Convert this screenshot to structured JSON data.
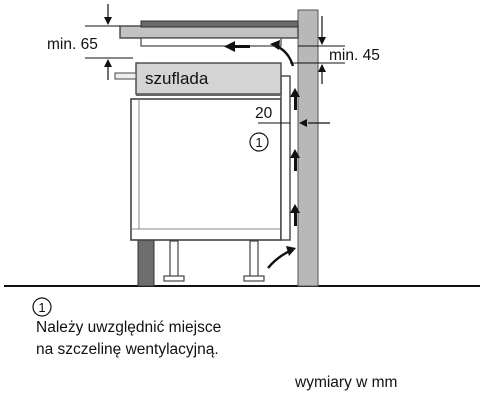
{
  "labels": {
    "top_gap": "min. 65",
    "side_gap": "min. 45",
    "drawer": "szuflada",
    "spacing": "20",
    "marker": "1"
  },
  "note": {
    "marker": "1",
    "line1": "Należy uwzględnić miejsce",
    "line2": "na szczelinę wentylacyjną."
  },
  "units_caption": "wymiary w mm"
}
